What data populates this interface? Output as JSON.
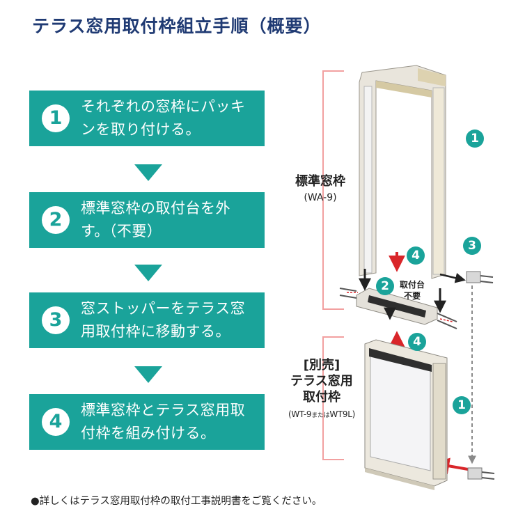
{
  "title": "テラス窓用取付枠組立手順（概要）",
  "steps": [
    {
      "num": "1",
      "text": "それぞれの窓枠にパッキンを取り付ける。"
    },
    {
      "num": "2",
      "text": "標準窓枠の取付台を外す。（不要）"
    },
    {
      "num": "3",
      "text": "窓ストッパーをテラス窓用取付枠に移動する。"
    },
    {
      "num": "4",
      "text": "標準窓枠とテラス窓用取付枠を組み付ける。"
    }
  ],
  "diagram": {
    "standard_frame_label": "標準窓枠",
    "standard_frame_model": "(WA-9)",
    "terrace_frame_bracket": "[別売]",
    "terrace_frame_label_1": "テラス窓用",
    "terrace_frame_label_2": "取付枠",
    "terrace_frame_model_a": "(WT-9",
    "terrace_frame_model_or": "または",
    "terrace_frame_model_b": "WT9L)",
    "mount_label_1": "取付台",
    "mount_label_2": "不要",
    "markers": [
      "1",
      "1",
      "2",
      "3",
      "3",
      "4",
      "4"
    ],
    "colors": {
      "teal": "#1aa39a",
      "red": "#d9262a",
      "pink_bracket": "#f2a0a0"
    }
  },
  "footnote": "●詳しくはテラス窓用取付枠の取付工事説明書をご覧ください。"
}
